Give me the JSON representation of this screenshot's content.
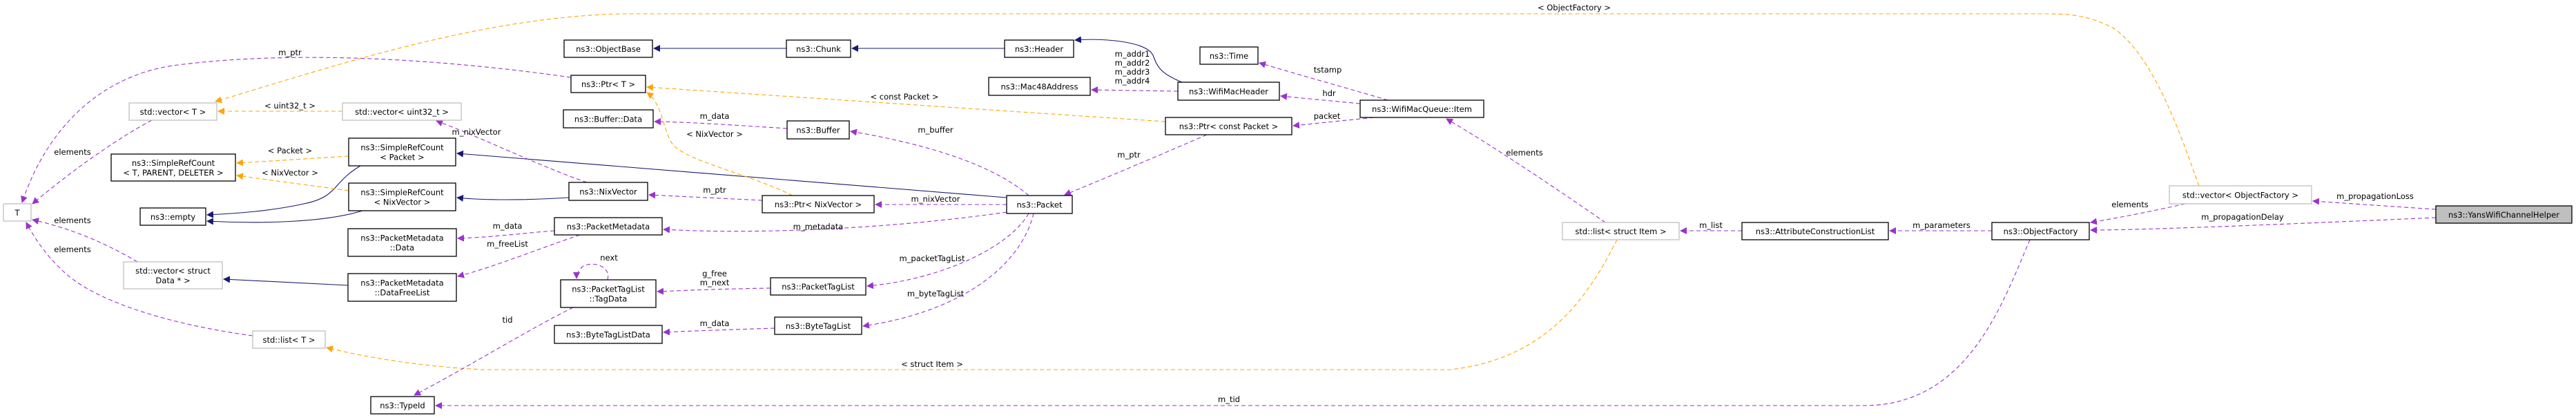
{
  "title": "Collaboration diagram for ns3::YansWifiChannelHelper",
  "colors": {
    "inherit": "#191970",
    "member": "#9a32cd",
    "template": "#ffa500",
    "focus_fill": "#bfbfbf",
    "template_border": "#bfbfbf"
  },
  "nodes": [
    {
      "id": "T",
      "lines": [
        "T"
      ],
      "style": "template"
    },
    {
      "id": "vecT",
      "lines": [
        "std::vector< T >"
      ],
      "style": "template"
    },
    {
      "id": "vecU32",
      "lines": [
        "std::vector< uint32_t >"
      ],
      "style": "template"
    },
    {
      "id": "srcT",
      "lines": [
        "ns3::SimpleRefCount",
        "< T, PARENT, DELETER >"
      ],
      "style": "normal"
    },
    {
      "id": "empty",
      "lines": [
        "ns3::empty"
      ],
      "style": "normal"
    },
    {
      "id": "srcPacket",
      "lines": [
        "ns3::SimpleRefCount",
        "< Packet >"
      ],
      "style": "normal"
    },
    {
      "id": "srcNix",
      "lines": [
        "ns3::SimpleRefCount",
        "< NixVector >"
      ],
      "style": "normal"
    },
    {
      "id": "pmData",
      "lines": [
        "ns3::PacketMetadata",
        "::Data"
      ],
      "style": "normal"
    },
    {
      "id": "pmFree",
      "lines": [
        "ns3::PacketMetadata",
        "::DataFreeList"
      ],
      "style": "normal"
    },
    {
      "id": "vecData",
      "lines": [
        "std::vector< struct",
        "Data * >"
      ],
      "style": "template"
    },
    {
      "id": "listT",
      "lines": [
        "std::list< T >"
      ],
      "style": "template"
    },
    {
      "id": "typeId",
      "lines": [
        "ns3::TypeId"
      ],
      "style": "normal"
    },
    {
      "id": "objectBase",
      "lines": [
        "ns3::ObjectBase"
      ],
      "style": "normal"
    },
    {
      "id": "chunk",
      "lines": [
        "ns3::Chunk"
      ],
      "style": "normal"
    },
    {
      "id": "ptrT",
      "lines": [
        "ns3::Ptr< T >"
      ],
      "style": "normal"
    },
    {
      "id": "bufData",
      "lines": [
        "ns3::Buffer::Data"
      ],
      "style": "normal"
    },
    {
      "id": "buffer",
      "lines": [
        "ns3::Buffer"
      ],
      "style": "normal"
    },
    {
      "id": "nixVector",
      "lines": [
        "ns3::NixVector"
      ],
      "style": "normal"
    },
    {
      "id": "ptrNix",
      "lines": [
        "ns3::Ptr< NixVector >"
      ],
      "style": "normal"
    },
    {
      "id": "pm",
      "lines": [
        "ns3::PacketMetadata"
      ],
      "style": "normal"
    },
    {
      "id": "tagData",
      "lines": [
        "ns3::PacketTagList",
        "::TagData"
      ],
      "style": "normal"
    },
    {
      "id": "ptl",
      "lines": [
        "ns3::PacketTagList"
      ],
      "style": "normal"
    },
    {
      "id": "btlData",
      "lines": [
        "ns3::ByteTagListData"
      ],
      "style": "normal"
    },
    {
      "id": "btl",
      "lines": [
        "ns3::ByteTagList"
      ],
      "style": "normal"
    },
    {
      "id": "header",
      "lines": [
        "ns3::Header"
      ],
      "style": "normal"
    },
    {
      "id": "time",
      "lines": [
        "ns3::Time"
      ],
      "style": "normal"
    },
    {
      "id": "mac48",
      "lines": [
        "ns3::Mac48Address"
      ],
      "style": "normal"
    },
    {
      "id": "wmh",
      "lines": [
        "ns3::WifiMacHeader"
      ],
      "style": "normal"
    },
    {
      "id": "ptrCP",
      "lines": [
        "ns3::Ptr< const Packet >"
      ],
      "style": "normal"
    },
    {
      "id": "packet",
      "lines": [
        "ns3::Packet"
      ],
      "style": "normal"
    },
    {
      "id": "item",
      "lines": [
        "ns3::WifiMacQueue::Item"
      ],
      "style": "normal"
    },
    {
      "id": "listItem",
      "lines": [
        "std::list< struct Item >"
      ],
      "style": "template"
    },
    {
      "id": "acl",
      "lines": [
        "ns3::AttributeConstructionList"
      ],
      "style": "normal"
    },
    {
      "id": "of",
      "lines": [
        "ns3::ObjectFactory"
      ],
      "style": "normal"
    },
    {
      "id": "vecOF",
      "lines": [
        "std::vector< ObjectFactory >"
      ],
      "style": "template"
    },
    {
      "id": "yans",
      "lines": [
        "ns3::YansWifiChannelHelper"
      ],
      "style": "focus"
    }
  ],
  "edges": [
    {
      "from": "chunk",
      "to": "objectBase",
      "kind": "inherit",
      "lines": []
    },
    {
      "from": "header",
      "to": "chunk",
      "kind": "inherit",
      "lines": []
    },
    {
      "from": "wmh",
      "to": "header",
      "kind": "inherit",
      "lines": []
    },
    {
      "from": "packet",
      "to": "srcPacket",
      "kind": "inherit",
      "lines": []
    },
    {
      "from": "nixVector",
      "to": "srcNix",
      "kind": "inherit",
      "lines": []
    },
    {
      "from": "srcPacket",
      "to": "empty",
      "kind": "inherit",
      "lines": []
    },
    {
      "from": "srcNix",
      "to": "empty",
      "kind": "inherit",
      "lines": []
    },
    {
      "from": "pmFree",
      "to": "vecData",
      "kind": "inherit",
      "lines": []
    },
    {
      "from": "srcPacket",
      "to": "srcT",
      "kind": "template",
      "lines": [
        "< Packet >"
      ]
    },
    {
      "from": "srcNix",
      "to": "srcT",
      "kind": "template",
      "lines": [
        "< NixVector >"
      ]
    },
    {
      "from": "vecU32",
      "to": "vecT",
      "kind": "template",
      "lines": [
        "< uint32_t >"
      ]
    },
    {
      "from": "vecOF",
      "to": "vecT",
      "kind": "template",
      "lines": [
        "< ObjectFactory >"
      ]
    },
    {
      "from": "ptrCP",
      "to": "ptrT",
      "kind": "template",
      "lines": [
        "< const Packet >"
      ]
    },
    {
      "from": "ptrNix",
      "to": "ptrT",
      "kind": "template",
      "lines": [
        "< NixVector >"
      ]
    },
    {
      "from": "listItem",
      "to": "listT",
      "kind": "template",
      "lines": [
        "< struct Item >"
      ]
    },
    {
      "from": "ptrT",
      "to": "T",
      "kind": "member",
      "lines": [
        "m_ptr"
      ]
    },
    {
      "from": "vecT",
      "to": "T",
      "kind": "member",
      "lines": [
        "elements"
      ]
    },
    {
      "from": "vecData",
      "to": "T",
      "kind": "member",
      "lines": [
        "elements"
      ]
    },
    {
      "from": "listT",
      "to": "T",
      "kind": "member",
      "lines": [
        "elements"
      ]
    },
    {
      "from": "nixVector",
      "to": "vecU32",
      "kind": "member",
      "lines": [
        "m_nixVector"
      ]
    },
    {
      "from": "pm",
      "to": "pmData",
      "kind": "member",
      "lines": [
        "m_data"
      ]
    },
    {
      "from": "pm",
      "to": "pmFree",
      "kind": "member",
      "lines": [
        "m_freeList"
      ]
    },
    {
      "from": "buffer",
      "to": "bufData",
      "kind": "member",
      "lines": [
        "m_data"
      ]
    },
    {
      "from": "ptrNix",
      "to": "nixVector",
      "kind": "member",
      "lines": [
        "m_ptr"
      ]
    },
    {
      "from": "packet",
      "to": "ptrNix",
      "kind": "member",
      "lines": [
        "m_nixVector"
      ]
    },
    {
      "from": "packet",
      "to": "pm",
      "kind": "member",
      "lines": [
        "m_metadata"
      ]
    },
    {
      "from": "packet",
      "to": "buffer",
      "kind": "member",
      "lines": [
        "m_buffer"
      ]
    },
    {
      "from": "packet",
      "to": "ptl",
      "kind": "member",
      "lines": [
        "m_packetTagList"
      ]
    },
    {
      "from": "packet",
      "to": "btl",
      "kind": "member",
      "lines": [
        "m_byteTagList"
      ]
    },
    {
      "from": "ptl",
      "to": "tagData",
      "kind": "member",
      "lines": [
        "g_free",
        "m_next"
      ]
    },
    {
      "from": "tagData",
      "to": "tagData",
      "kind": "member",
      "lines": [
        "next"
      ]
    },
    {
      "from": "tagData",
      "to": "typeId",
      "kind": "member",
      "lines": [
        "tid"
      ]
    },
    {
      "from": "btl",
      "to": "btlData",
      "kind": "member",
      "lines": [
        "m_data"
      ]
    },
    {
      "from": "ptrCP",
      "to": "packet",
      "kind": "member",
      "lines": [
        "m_ptr"
      ]
    },
    {
      "from": "wmh",
      "to": "mac48",
      "kind": "member",
      "lines": [
        "m_addr1",
        "m_addr2",
        "m_addr3",
        "m_addr4"
      ]
    },
    {
      "from": "item",
      "to": "time",
      "kind": "member",
      "lines": [
        "tstamp"
      ]
    },
    {
      "from": "item",
      "to": "wmh",
      "kind": "member",
      "lines": [
        "hdr"
      ]
    },
    {
      "from": "item",
      "to": "ptrCP",
      "kind": "member",
      "lines": [
        "packet"
      ]
    },
    {
      "from": "listItem",
      "to": "item",
      "kind": "member",
      "lines": [
        "elements"
      ]
    },
    {
      "from": "acl",
      "to": "listItem",
      "kind": "member",
      "lines": [
        "m_list"
      ]
    },
    {
      "from": "of",
      "to": "acl",
      "kind": "member",
      "lines": [
        "m_parameters"
      ]
    },
    {
      "from": "of",
      "to": "typeId",
      "kind": "member",
      "lines": [
        "m_tid"
      ]
    },
    {
      "from": "vecOF",
      "to": "of",
      "kind": "member",
      "lines": [
        "elements"
      ]
    },
    {
      "from": "yans",
      "to": "vecOF",
      "kind": "member",
      "lines": [
        "m_propagationLoss"
      ]
    },
    {
      "from": "yans",
      "to": "of",
      "kind": "member",
      "lines": [
        "m_propagationDelay"
      ]
    }
  ]
}
